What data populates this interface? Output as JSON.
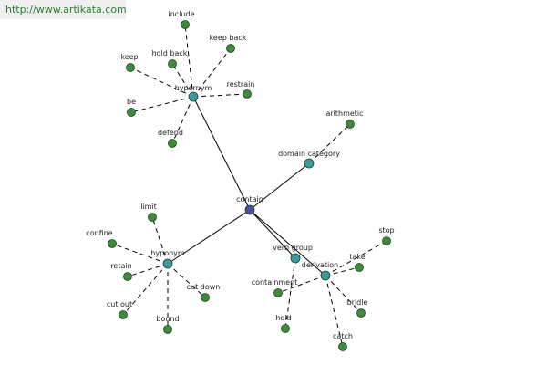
{
  "watermark": "http://www.artikata.com",
  "colors": {
    "center_node": "#4b4c9a",
    "relation_node": "#3c9a9a",
    "leaf_node": "#3f8a3f",
    "edge": "#000000"
  },
  "nodes": [
    {
      "id": "contain",
      "label": "contain",
      "kind": "center"
    },
    {
      "id": "hypernym",
      "label": "hypernym",
      "kind": "relation"
    },
    {
      "id": "domain_category",
      "label": "domain category",
      "kind": "relation"
    },
    {
      "id": "hyponym",
      "label": "hyponym",
      "kind": "relation"
    },
    {
      "id": "verb_group",
      "label": "verb group",
      "kind": "relation"
    },
    {
      "id": "derivation",
      "label": "derivation",
      "kind": "relation"
    },
    {
      "id": "include",
      "label": "include",
      "kind": "leaf"
    },
    {
      "id": "keep_back",
      "label": "keep back",
      "kind": "leaf"
    },
    {
      "id": "hold_back",
      "label": "hold back",
      "kind": "leaf"
    },
    {
      "id": "keep",
      "label": "keep",
      "kind": "leaf"
    },
    {
      "id": "restrain",
      "label": "restrain",
      "kind": "leaf"
    },
    {
      "id": "be",
      "label": "be",
      "kind": "leaf"
    },
    {
      "id": "defend",
      "label": "defend",
      "kind": "leaf"
    },
    {
      "id": "arithmetic",
      "label": "arithmetic",
      "kind": "leaf"
    },
    {
      "id": "limit",
      "label": "limit",
      "kind": "leaf"
    },
    {
      "id": "confine",
      "label": "confine",
      "kind": "leaf"
    },
    {
      "id": "retain",
      "label": "retain",
      "kind": "leaf"
    },
    {
      "id": "cut_out",
      "label": "cut out",
      "kind": "leaf"
    },
    {
      "id": "cut_down",
      "label": "cut down",
      "kind": "leaf"
    },
    {
      "id": "bound",
      "label": "bound",
      "kind": "leaf"
    },
    {
      "id": "stop",
      "label": "stop",
      "kind": "leaf"
    },
    {
      "id": "take",
      "label": "take",
      "kind": "leaf"
    },
    {
      "id": "containment",
      "label": "containment",
      "kind": "leaf"
    },
    {
      "id": "bridle",
      "label": "bridle",
      "kind": "leaf"
    },
    {
      "id": "hold",
      "label": "hold",
      "kind": "leaf"
    },
    {
      "id": "catch",
      "label": "catch",
      "kind": "leaf"
    }
  ],
  "edges": [
    {
      "from": "contain",
      "to": "hypernym",
      "style": "solid"
    },
    {
      "from": "contain",
      "to": "domain_category",
      "style": "solid"
    },
    {
      "from": "contain",
      "to": "hyponym",
      "style": "solid"
    },
    {
      "from": "contain",
      "to": "verb_group",
      "style": "solid"
    },
    {
      "from": "contain",
      "to": "derivation",
      "style": "solid"
    },
    {
      "from": "hypernym",
      "to": "include",
      "style": "dashed"
    },
    {
      "from": "hypernym",
      "to": "keep_back",
      "style": "dashed"
    },
    {
      "from": "hypernym",
      "to": "hold_back",
      "style": "dashed"
    },
    {
      "from": "hypernym",
      "to": "keep",
      "style": "dashed"
    },
    {
      "from": "hypernym",
      "to": "restrain",
      "style": "dashed"
    },
    {
      "from": "hypernym",
      "to": "be",
      "style": "dashed"
    },
    {
      "from": "hypernym",
      "to": "defend",
      "style": "dashed"
    },
    {
      "from": "domain_category",
      "to": "arithmetic",
      "style": "dashed"
    },
    {
      "from": "hyponym",
      "to": "limit",
      "style": "dashed"
    },
    {
      "from": "hyponym",
      "to": "confine",
      "style": "dashed"
    },
    {
      "from": "hyponym",
      "to": "retain",
      "style": "dashed"
    },
    {
      "from": "hyponym",
      "to": "cut_out",
      "style": "dashed"
    },
    {
      "from": "hyponym",
      "to": "cut_down",
      "style": "dashed"
    },
    {
      "from": "hyponym",
      "to": "bound",
      "style": "dashed"
    },
    {
      "from": "verb_group",
      "to": "hold",
      "style": "dashed"
    },
    {
      "from": "derivation",
      "to": "stop",
      "style": "dashed"
    },
    {
      "from": "derivation",
      "to": "take",
      "style": "dashed"
    },
    {
      "from": "derivation",
      "to": "containment",
      "style": "dashed"
    },
    {
      "from": "derivation",
      "to": "bridle",
      "style": "dashed"
    },
    {
      "from": "derivation",
      "to": "catch",
      "style": "dashed"
    }
  ]
}
